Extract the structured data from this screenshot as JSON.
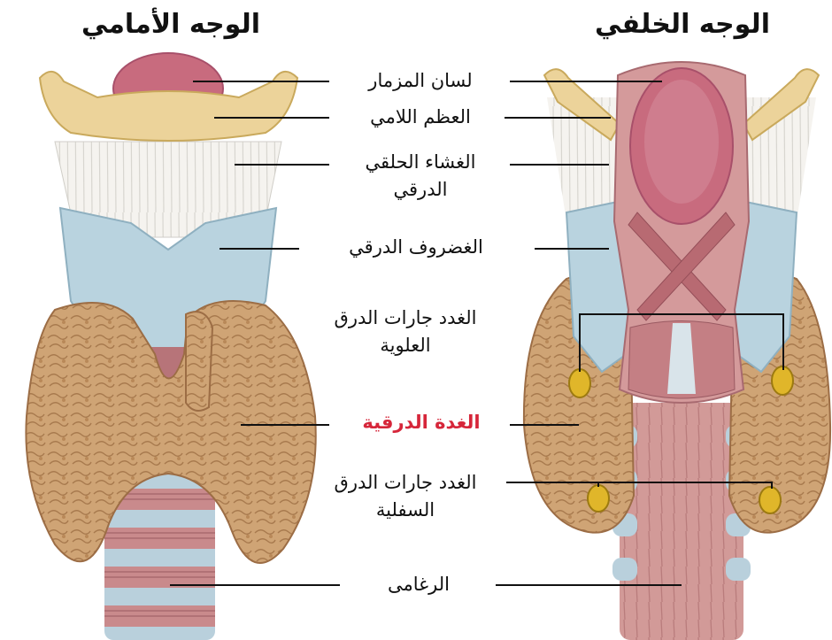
{
  "headings": {
    "front": "الوجه الأمامي",
    "back": "الوجه الخلفي"
  },
  "labels": {
    "epiglottis": "لسان المزمار",
    "hyoid": "العظم اللامي",
    "membrane_line1": "الغشاء الحلقي",
    "membrane_line2": "الدرقي",
    "cartilage": "الغضروف الدرقي",
    "sup_parathyroid_line1": "الغدد جارات الدرق",
    "sup_parathyroid_line2": "العلوية",
    "thyroid": "الغدة الدرقية",
    "inf_parathyroid_line1": "الغدد جارات الدرق",
    "inf_parathyroid_line2": "السفلية",
    "trachea": "الرغامى"
  },
  "colors": {
    "highlight": "#d6263a",
    "gland": "#c89a6a",
    "cartilage": "#b9d3df",
    "bone": "#ecd39a",
    "membrane": "#f2f0ec",
    "muscle": "#c07c82",
    "epiglottis": "#c86b7e",
    "parathyroid": "#e0b62a"
  }
}
